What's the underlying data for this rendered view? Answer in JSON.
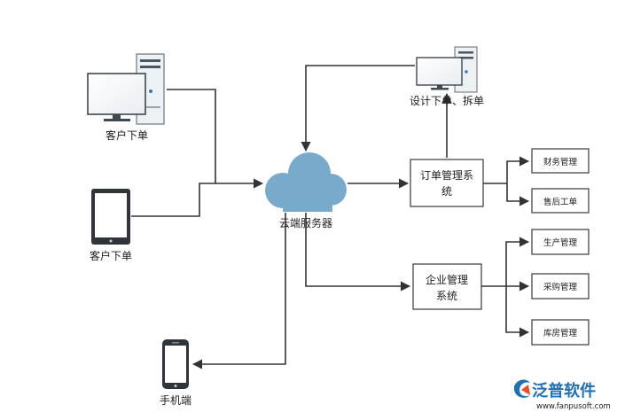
{
  "nodes": {
    "client_pc": {
      "label": "客户下单"
    },
    "client_tablet": {
      "label": "客户下单"
    },
    "mobile": {
      "label": "手机端"
    },
    "cloud": {
      "label": "云端服务器"
    },
    "design_pc": {
      "label": "设计下单、拆单"
    },
    "order_system": {
      "line1": "订单管理系",
      "line2": "统"
    },
    "enterprise_system": {
      "line1": "企业管理",
      "line2": "系统"
    },
    "finance": {
      "label": "财务管理"
    },
    "after_sales": {
      "label": "售后工单"
    },
    "production": {
      "label": "生产管理"
    },
    "purchasing": {
      "label": "采购管理"
    },
    "warehouse": {
      "label": "库房管理"
    }
  },
  "watermark": {
    "brand": "泛普软件",
    "url": "www.fanpusoft.com"
  },
  "colors": {
    "cloud": "#78aacb",
    "edge": "#333333",
    "logo": "#1f6fb5"
  }
}
